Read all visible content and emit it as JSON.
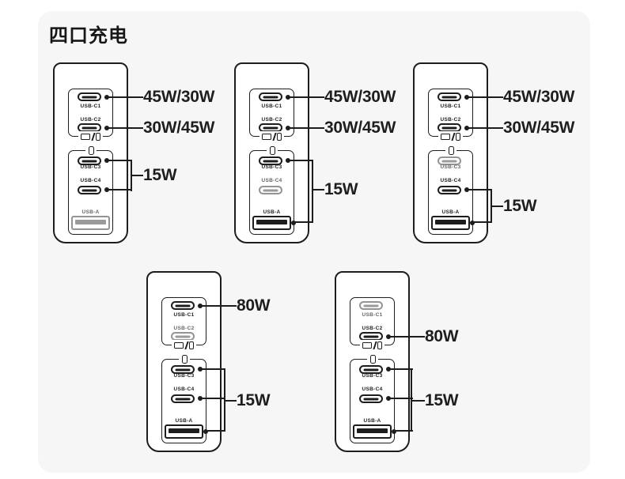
{
  "title": "四口充电",
  "port_labels": {
    "c1": "USB-C1",
    "c2": "USB-C2",
    "c3": "USB-C3",
    "c4": "USB-C4",
    "a": "USB-A"
  },
  "icons": {
    "group1_bottom": "laptop-slash-phone-icon",
    "group2_top": "phone-icon"
  },
  "colors": {
    "card": "#f6f6f7",
    "ink": "#1d1d1d",
    "inactive_port": "#949494",
    "charger_fill": "#ffffff"
  },
  "chargers": [
    {
      "position": "top-left",
      "callouts": [
        {
          "text": "45W/30W",
          "ports": [
            "USB-C1"
          ]
        },
        {
          "text": "30W/45W",
          "ports": [
            "USB-C2"
          ]
        },
        {
          "text": "15W",
          "ports": [
            "USB-C3",
            "USB-C4"
          ]
        }
      ],
      "inactive_ports": [
        "USB-A"
      ]
    },
    {
      "position": "top-middle",
      "callouts": [
        {
          "text": "45W/30W",
          "ports": [
            "USB-C1"
          ]
        },
        {
          "text": "30W/45W",
          "ports": [
            "USB-C2"
          ]
        },
        {
          "text": "15W",
          "ports": [
            "USB-C3",
            "USB-A"
          ]
        }
      ],
      "inactive_ports": [
        "USB-C4"
      ]
    },
    {
      "position": "top-right",
      "callouts": [
        {
          "text": "45W/30W",
          "ports": [
            "USB-C1"
          ]
        },
        {
          "text": "30W/45W",
          "ports": [
            "USB-C2"
          ]
        },
        {
          "text": "15W",
          "ports": [
            "USB-C4",
            "USB-A"
          ]
        }
      ],
      "inactive_ports": [
        "USB-C3"
      ]
    },
    {
      "position": "bottom-left",
      "callouts": [
        {
          "text": "80W",
          "ports": [
            "USB-C1"
          ]
        },
        {
          "text": "15W",
          "ports": [
            "USB-C3",
            "USB-C4",
            "USB-A"
          ]
        }
      ],
      "inactive_ports": [
        "USB-C2"
      ]
    },
    {
      "position": "bottom-right",
      "callouts": [
        {
          "text": "80W",
          "ports": [
            "USB-C2"
          ]
        },
        {
          "text": "15W",
          "ports": [
            "USB-C3",
            "USB-C4",
            "USB-A"
          ]
        }
      ],
      "inactive_ports": [
        "USB-C1"
      ]
    }
  ]
}
